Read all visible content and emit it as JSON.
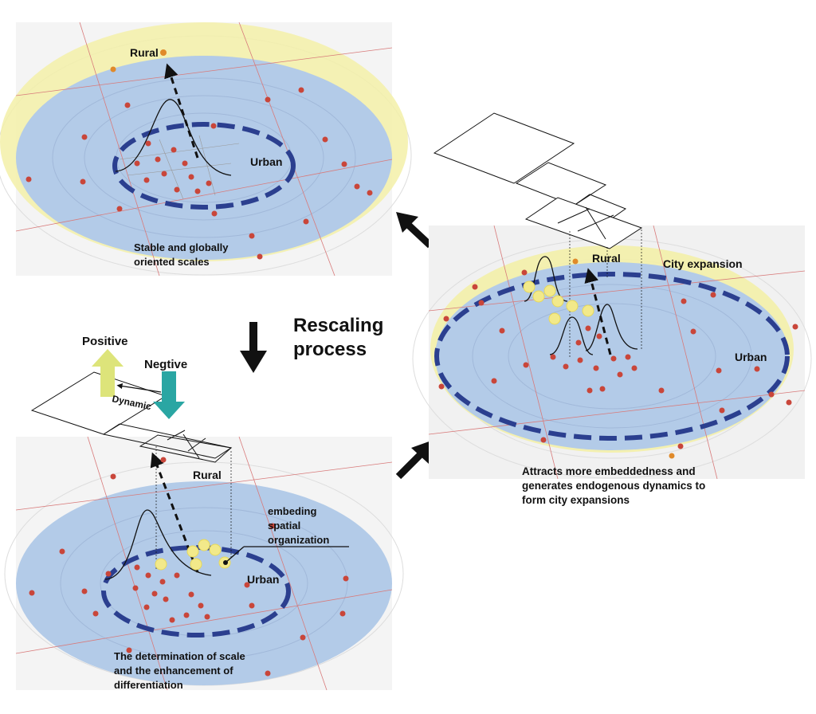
{
  "title": {
    "line1": "Rescaling",
    "line2": "process"
  },
  "panels": {
    "top_left": {
      "rural": "Rural",
      "urban": "Urban",
      "caption_line1": "Stable and globally",
      "caption_line2": "oriented scales"
    },
    "right": {
      "rural": "Rural",
      "city_expansion": "City expansion",
      "urban": "Urban",
      "caption_line1": "Attracts more embeddedness and",
      "caption_line2": "generates endogenous dynamics to",
      "caption_line3": "form city expansions"
    },
    "bottom_left": {
      "positive": "Positive",
      "negative": "Negtive",
      "dynamic": "Dynamic",
      "rural": "Rural",
      "urban": "Urban",
      "embed_line1": "embeding",
      "embed_line2": "spatial",
      "embed_line3": "organization",
      "caption_line1": "The determination of scale",
      "caption_line2": "and the enhancement of",
      "caption_line3": "differentiation"
    }
  },
  "colors": {
    "urban_fill": "#b3cbe8",
    "rural_fill": "#f3f0a8",
    "dashed_ring": "#2b3f8f",
    "node": "#c9463a",
    "rural_node": "#e08a2a",
    "highlight": "#f2e98a",
    "positive_arrow": "#dde47a",
    "negative_arrow": "#2aa6a3"
  }
}
